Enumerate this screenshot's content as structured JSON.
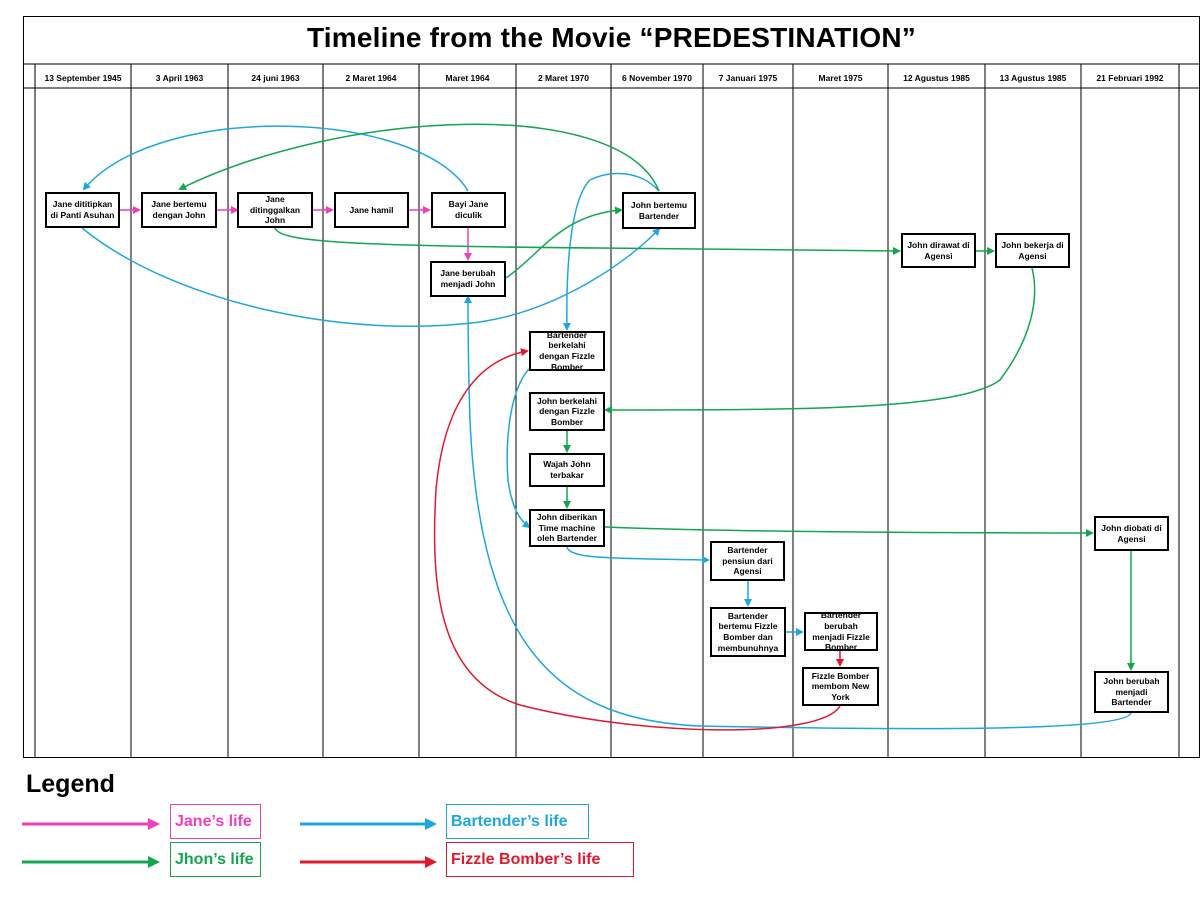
{
  "title": "Timeline from the Movie “PREDESTINATION”",
  "columns": [
    "13 September 1945",
    "3 April 1963",
    "24 juni 1963",
    "2 Maret 1964",
    "Maret 1964",
    "2 Maret 1970",
    "6 November 1970",
    "7 Januari 1975",
    "Maret 1975",
    "12 Agustus 1985",
    "13 Agustus 1985",
    "21 Februari 1992"
  ],
  "events": {
    "e1": "Jane dititipkan di Panti Asuhan",
    "e2": "Jane bertemu dengan John",
    "e3": "Jane ditinggalkan John",
    "e4": "Jane hamil",
    "e5": "Bayi Jane diculik",
    "e6": "Jane berubah menjadi John",
    "e7": "John bertemu Bartender",
    "e8": "John dirawat di Agensi",
    "e9": "John bekerja di Agensi",
    "e10": "Bartender berkelahi dengan Fizzle Bomber",
    "e11": "John berkelahi dengan Fizzle Bomber",
    "e12": "Wajah John terbakar",
    "e13": "John diberikan Time machine oleh Bartender",
    "e14": "John diobati di Agensi",
    "e15": "Bartender pensiun dari Agensi",
    "e16": "Bartender bertemu Fizzle Bomber dan membunuhnya",
    "e17": "Bartender berubah menjadi Fizzle Bomber",
    "e18": "Fizzle Bomber membom New York",
    "e19": "John berubah menjadi Bartender"
  },
  "legend": {
    "title": "Legend",
    "jane": "Jane’s life",
    "bartender": "Bartender’s life",
    "jhon": "Jhon’s life",
    "fizzle": "Fizzle Bomber’s life"
  },
  "colors": {
    "jane": "#ee3fbd",
    "bartender": "#1fa7dc",
    "john": "#13a550",
    "fizzle": "#e0192e"
  }
}
